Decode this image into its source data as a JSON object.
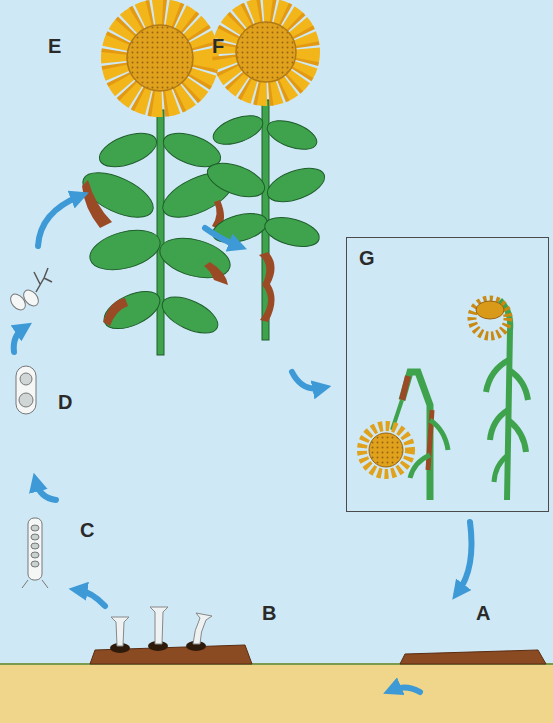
{
  "diagram": {
    "nodes": [
      {
        "text": [
          "G"
        ]
      }
    ],
    "labels": [
      "E",
      "F",
      "D",
      "C",
      "B",
      "A"
    ]
  }
}
